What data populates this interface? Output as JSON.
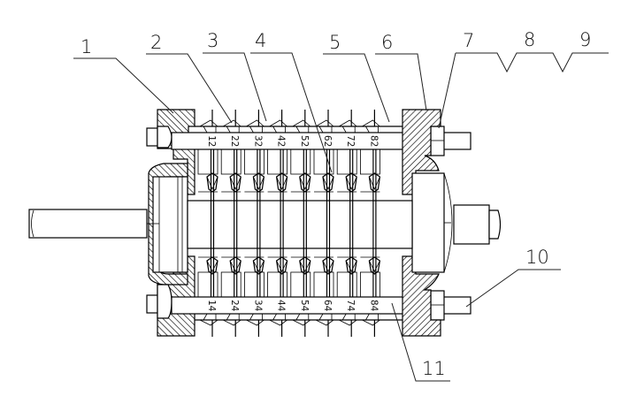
{
  "drawing": {
    "title": "Rotary cam switch cross-section",
    "callouts": [
      {
        "id": "1",
        "label": "1"
      },
      {
        "id": "2",
        "label": "2"
      },
      {
        "id": "3",
        "label": "3"
      },
      {
        "id": "4",
        "label": "4"
      },
      {
        "id": "5",
        "label": "5"
      },
      {
        "id": "6",
        "label": "6"
      },
      {
        "id": "7",
        "label": "7"
      },
      {
        "id": "8",
        "label": "8"
      },
      {
        "id": "9",
        "label": "9"
      },
      {
        "id": "10",
        "label": "10"
      },
      {
        "id": "11",
        "label": "11"
      }
    ],
    "terminals_top": [
      "12",
      "22",
      "32",
      "42",
      "52",
      "62",
      "72",
      "82"
    ],
    "terminals_bottom": [
      "14",
      "24",
      "34",
      "44",
      "54",
      "64",
      "74",
      "84"
    ],
    "colors": {
      "line": "#000000",
      "background": "#ffffff"
    }
  }
}
